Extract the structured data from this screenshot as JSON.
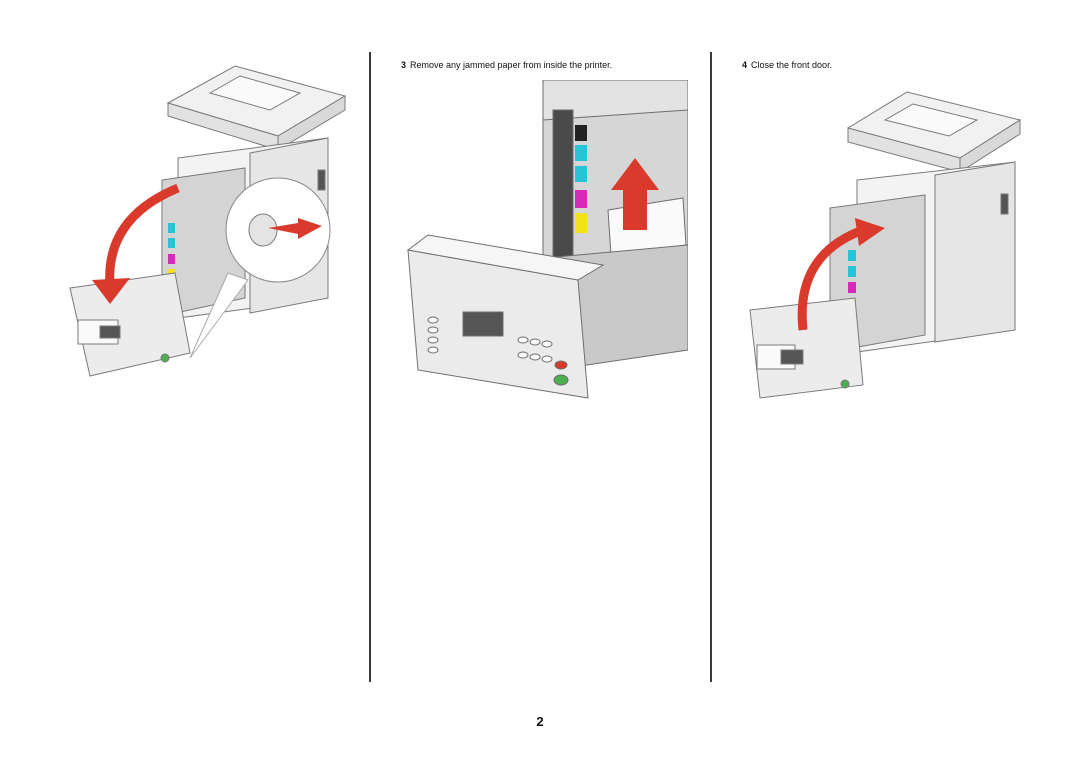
{
  "steps": [
    {
      "number": "3",
      "text": "Remove any jammed paper from inside the printer."
    },
    {
      "number": "4",
      "text": "Close the front door."
    }
  ],
  "page_number": "2",
  "illustrations": [
    {
      "name": "printer-open-door-illustration",
      "icon": "printer-door-opening-arrow"
    },
    {
      "name": "printer-jammed-paper-illustration",
      "icon": "paper-removal-up-arrow"
    },
    {
      "name": "printer-close-door-illustration",
      "icon": "printer-door-closing-arrow"
    }
  ],
  "colors": {
    "arrow": "#d93a2b",
    "cyan": "#27c4d6",
    "magenta": "#d62bb8",
    "yellow": "#f2e21a",
    "divider": "#3a3a3a"
  }
}
